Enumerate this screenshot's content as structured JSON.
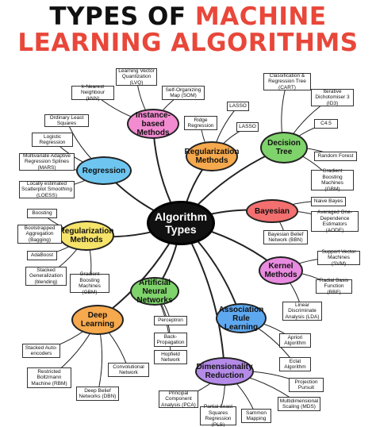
{
  "title": {
    "line1_a": "TYPES OF",
    "line1_b": "MACHINE",
    "line2": "LEARNING ALGORITHMS"
  },
  "colors": {
    "accent": "#e8473a",
    "instance": "#f28bd0",
    "regularization": "#f6a94d",
    "decision": "#7fd36b",
    "regression": "#6ec6f0",
    "bayesian": "#f46f6f",
    "reg_methods": "#f6e36a",
    "kernel": "#e98be0",
    "ann": "#7fd36b",
    "association": "#5ea8f0",
    "deep": "#f6a94d",
    "dimensionality": "#b58be8"
  },
  "center": {
    "label": "Algorithm Types"
  },
  "hubs": [
    {
      "label": "Instance-based Methods"
    },
    {
      "label": "Regularization Methods"
    },
    {
      "label": "Decision Tree"
    },
    {
      "label": "Regression"
    },
    {
      "label": "Bayesian"
    },
    {
      "label": "Regularization Methods"
    },
    {
      "label": "Kernel Methods"
    },
    {
      "label": "Artificial Neural Networks"
    },
    {
      "label": "Association Rule Learning"
    },
    {
      "label": "Deep Learning"
    },
    {
      "label": "Dimensionality Reduction"
    }
  ],
  "leaves": [
    {
      "label": "Learning Vector Quantization (LVQ)"
    },
    {
      "label": "k-Nearest Neighbour (kNN)"
    },
    {
      "label": "Self-Organizing Map (SOM)"
    },
    {
      "label": "LASSO"
    },
    {
      "label": "Ridge Regression"
    },
    {
      "label": "LASSO"
    },
    {
      "label": "Classification & Regression Tree (CART)"
    },
    {
      "label": "Iterative Dichotomiser 3 (ID3)"
    },
    {
      "label": "C4.5"
    },
    {
      "label": "Random Forest"
    },
    {
      "label": "Gradient Boosting Machines (GBM)"
    },
    {
      "label": "Ordinary Least Squares"
    },
    {
      "label": "Logistic Regression"
    },
    {
      "label": "Multivariate Adaptive Regression Splines (MARS)"
    },
    {
      "label": "Locally estimated Scatterplot Smoothing (LOESS)"
    },
    {
      "label": "Naive Bayes"
    },
    {
      "label": "Averaged One-Dependence Estimators (AODE)"
    },
    {
      "label": "Bayesian Belief Network (BBN)"
    },
    {
      "label": "Boosting"
    },
    {
      "label": "Bootstrapped Aggregation (Bagging)"
    },
    {
      "label": "AdaBoost"
    },
    {
      "label": "Stacked Generalization (blending)"
    },
    {
      "label": "Gradient Boosting Machines (GBM)"
    },
    {
      "label": "Support Vector Machines (SVM)"
    },
    {
      "label": "Radial Basis Function (RBF)"
    },
    {
      "label": "Linear Discriminate Analysis (LDA)"
    },
    {
      "label": "Perceptron"
    },
    {
      "label": "Back-Propagation"
    },
    {
      "label": "Hopfield Network"
    },
    {
      "label": "Apriori Algorithm"
    },
    {
      "label": "Eclat Algorithm"
    },
    {
      "label": "Stacked Auto-encoders"
    },
    {
      "label": "Restricted Boltzmann Machine (RBM)"
    },
    {
      "label": "Convolutional Network"
    },
    {
      "label": "Deep Belief Networks (DBN)"
    },
    {
      "label": "Principal Component Analysis (PCA)"
    },
    {
      "label": "Partial Least Squares Regression (PLS)"
    },
    {
      "label": "Sammon Mapping"
    },
    {
      "label": "Multidimensional Scaling (MDS)"
    },
    {
      "label": "Projection Pursuit"
    }
  ]
}
